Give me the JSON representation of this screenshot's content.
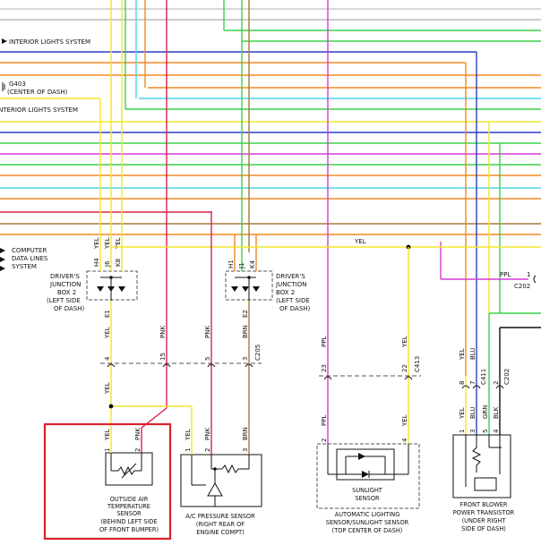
{
  "colors": {
    "yel": "#f2e52a",
    "pnk": "#d8234a",
    "brn": "#a67a3a",
    "ppl": "#d63ad6",
    "blu": "#2a3fc8",
    "grn": "#3bd04a",
    "blk": "#111111",
    "orn": "#f08a24",
    "cyan": "#4fd6e8",
    "red_box": "#d8232a"
  },
  "top_labels": {
    "interior_lights_1": "INTERIOR LIGHTS SYSTEM",
    "g403_a": "G403",
    "g403_b": "(CENTER OF DASH)",
    "interior_lights_2": "INTERIOR LIGHTS SYSTEM"
  },
  "data_lines": [
    "COMPUTER",
    "DATA LINES",
    "SYSTEM"
  ],
  "djb_left": [
    "DRIVER'S",
    "JUNCTION",
    "BOX 2",
    "(LEFT SIDE",
    "OF DASH)"
  ],
  "djb_right": [
    "DRIVER'S",
    "JUNCTION",
    "BOX 2",
    "(LEFT SIDE",
    "OF DASH)"
  ],
  "djb_left_pins": [
    "H4",
    "J6",
    "K8"
  ],
  "djb_right_pins": [
    "H1",
    "J1",
    "K4"
  ],
  "wire_labels": {
    "yel": "YEL",
    "pnk": "PNK",
    "brn": "BRN",
    "ppl": "PPL",
    "blu": "BLU",
    "grn": "GRN",
    "blk": "BLK",
    "e1": "E1",
    "e2": "E2"
  },
  "connectors": {
    "c205": "C205",
    "c413": "C413",
    "c411": "C411",
    "c202a": "C202",
    "c202b": "C202"
  },
  "pins": {
    "c205": [
      "4",
      "15",
      "5",
      "3"
    ],
    "c413": [
      "23",
      "22"
    ],
    "c411": [
      "8",
      "7"
    ],
    "c202_side": "2",
    "ppl_top_pin": "1",
    "outside_air": [
      "1",
      "2"
    ],
    "ac_pressure": [
      "1",
      "2",
      "3"
    ],
    "auto_light": [
      "2",
      "4"
    ],
    "blower": [
      "1",
      "3",
      "5",
      "4"
    ]
  },
  "components": {
    "outside_air": [
      "OUTSIDE AIR",
      "TEMPERATURE",
      "SENSOR",
      "(BEHIND LEFT SIDE",
      "OF FRONT BUMPER)"
    ],
    "ac_pressure": [
      "A/C PRESSURE SENSOR",
      "(RIGHT REAR OF",
      "ENGINE COMPT)"
    ],
    "sunlight": [
      "SUNLIGHT",
      "SENSOR"
    ],
    "auto_light": [
      "AUTOMATIC LIGHTING",
      "SENSOR/SUNLIGHT SENSOR",
      "(TOP CENTER OF DASH)"
    ],
    "blower": [
      "FRONT BLOWER",
      "POWER TRANSISTOR",
      "(UNDER RIGHT",
      "SIDE OF DASH)"
    ]
  }
}
